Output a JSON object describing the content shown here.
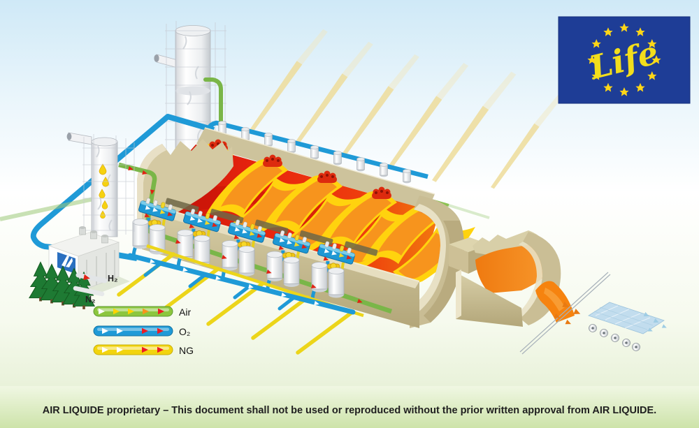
{
  "logo_life": {
    "label": "Life"
  },
  "legend": {
    "items": [
      {
        "label": "Air",
        "color": "#8cc63e",
        "arrow_colors": [
          "#ffffff",
          "#ffd400",
          "#ffd400",
          "#f7941d",
          "#ed1c24"
        ]
      },
      {
        "label": "O₂",
        "color": "#1f9ad7",
        "arrow_colors": [
          "#ffffff",
          "#ffffff",
          "#ed1c24",
          "#ed1c24"
        ]
      },
      {
        "label": "NG",
        "color": "#f2d40e",
        "arrow_colors": [
          "#ffffff",
          "#ffffff",
          "#ed1c24",
          "#ed1c24"
        ]
      }
    ]
  },
  "plant": {
    "h2_label": "H₂",
    "n2_label": "N₂"
  },
  "footer": {
    "text": "AIR LIQUIDE proprietary – This document shall not be used or reproduced without the prior written approval from AIR LIQUIDE."
  },
  "colors": {
    "sky_top": "#cfe9f7",
    "ground_green": "#e3f0d2",
    "footer_bg": "#d9ebbd",
    "footer_text": "#1f1f1f",
    "eu_flag_blue": "#1e3d96",
    "eu_star_yellow": "#ffd617",
    "life_text_yellow": "#f2de1c",
    "air_pipe_green": "#7ab648",
    "o2_pipe_blue": "#1f9ad7",
    "ng_pipe_yellow": "#ecd51a",
    "furnace_wall_tan": "#cfc49d",
    "melt_red": "#e02313",
    "glass_orange": "#f0790f",
    "flame_yellow": "#ffd30e",
    "flame_orange": "#f7941d",
    "arrow_red": "#e02314"
  }
}
